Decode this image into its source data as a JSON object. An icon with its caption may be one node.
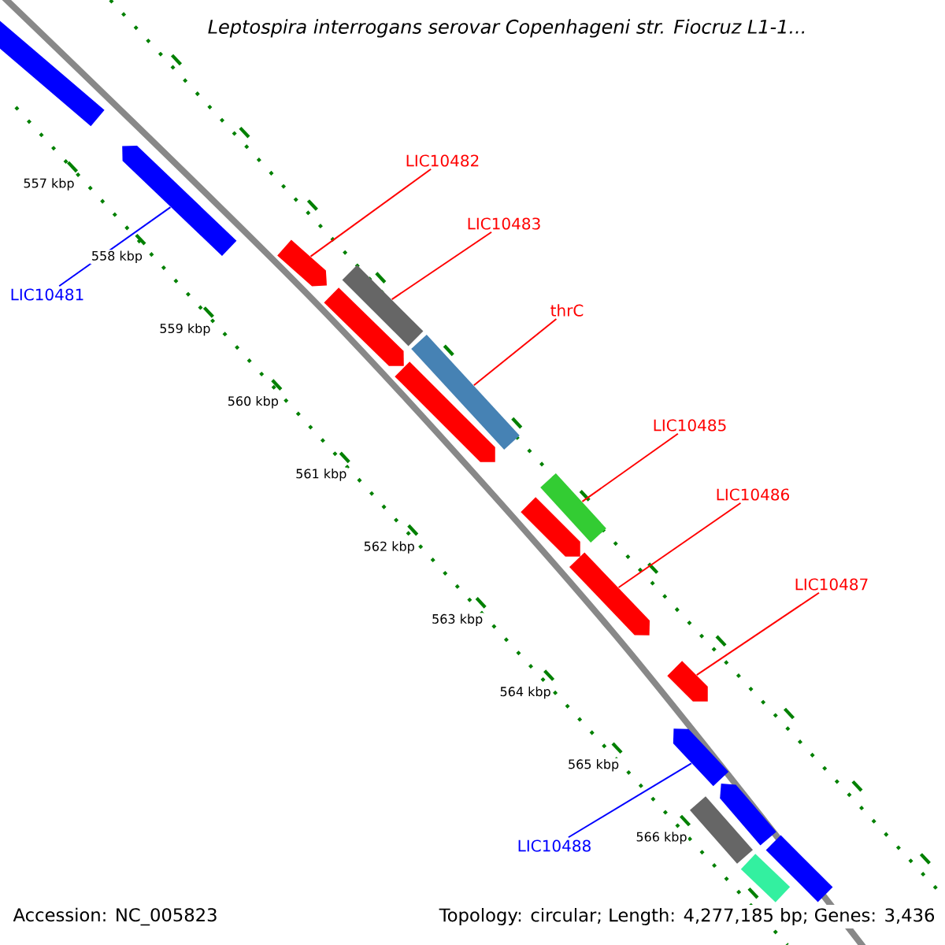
{
  "diagram": {
    "title": "Leptospira interrogans serovar Copenhageni str. Fiocruz L1-1...",
    "nodes": [
      {
        "text": [
          "LIC10481"
        ]
      },
      {
        "text": [
          "LIC10482"
        ]
      },
      {
        "text": [
          "LIC10483"
        ]
      },
      {
        "text": [
          "thrC"
        ]
      },
      {
        "text": [
          "LIC10485"
        ]
      },
      {
        "text": [
          "LIC10486"
        ]
      },
      {
        "text": [
          "LIC10487"
        ]
      },
      {
        "text": [
          "LIC10488"
        ]
      },
      {
        "text": [],
        "shape": "box"
      },
      {
        "text": [],
        "shape": "arrow"
      },
      {
        "text": [],
        "shape": "arrow"
      },
      {
        "text": [],
        "shape": "box"
      },
      {
        "text": [],
        "shape": "box"
      },
      {
        "text": [],
        "shape": "arrow"
      },
      {
        "text": [],
        "shape": "arrow"
      },
      {
        "text": [],
        "shape": "box"
      },
      {
        "text": [],
        "shape": "arrow"
      },
      {
        "text": [],
        "shape": "arrow"
      },
      {
        "text": [],
        "shape": "arrow"
      },
      {
        "text": [],
        "shape": "arrow"
      },
      {
        "text": [],
        "shape": "arrow"
      },
      {
        "text": [],
        "shape": "box"
      },
      {
        "text": [],
        "shape": "box"
      },
      {
        "text": [],
        "shape": "box"
      }
    ],
    "edges": [
      {
        "from": 0,
        "to": 9,
        "arrow": "none",
        "color": "#0000ff"
      },
      {
        "from": 1,
        "to": 10,
        "arrow": "none"
      },
      {
        "from": 2,
        "to": 11,
        "arrow": "none"
      },
      {
        "from": 3,
        "to": 12,
        "arrow": "none"
      },
      {
        "from": 4,
        "to": 15,
        "arrow": "none"
      },
      {
        "from": 5,
        "to": 17,
        "arrow": "none"
      },
      {
        "from": 6,
        "to": 18,
        "arrow": "none"
      },
      {
        "from": 7,
        "to": 19,
        "arrow": "none",
        "color": "#0000ff"
      }
    ],
    "labels": [
      "557 kbp",
      "558 kbp",
      "559 kbp",
      "560 kbp",
      "561 kbp",
      "562 kbp",
      "563 kbp",
      "564 kbp",
      "565 kbp",
      "566 kbp",
      "Accession: NC_005823",
      "Topology: circular; Length: 4,277,185 bp; Genes: 3,436"
    ]
  }
}
